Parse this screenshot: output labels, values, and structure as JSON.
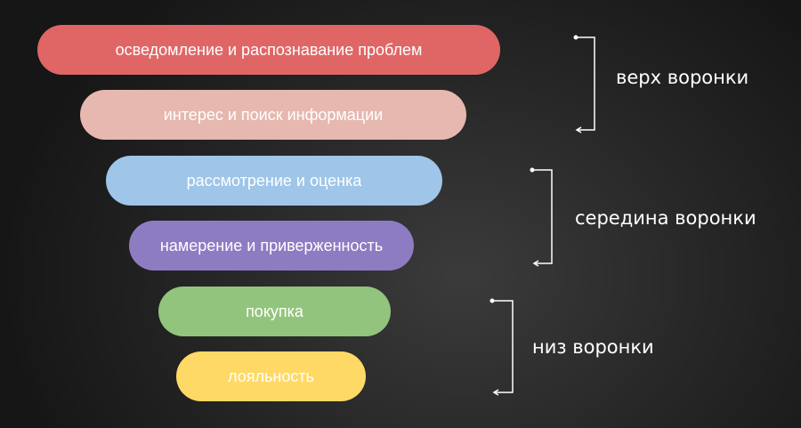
{
  "stages": [
    {
      "label": "осведомление и распознавание проблем",
      "color": "#e06666"
    },
    {
      "label": "интерес и поиск информации",
      "color": "#e6b8af"
    },
    {
      "label": "рассмотрение и оценка",
      "color": "#9fc5e8"
    },
    {
      "label": "намерение и приверженность",
      "color": "#8e7cc3"
    },
    {
      "label": "покупка",
      "color": "#93c47d"
    },
    {
      "label": "лояльность",
      "color": "#ffd966"
    }
  ],
  "groups": [
    {
      "label": "верх воронки"
    },
    {
      "label": "середина воронки"
    },
    {
      "label": "низ воронки"
    }
  ]
}
